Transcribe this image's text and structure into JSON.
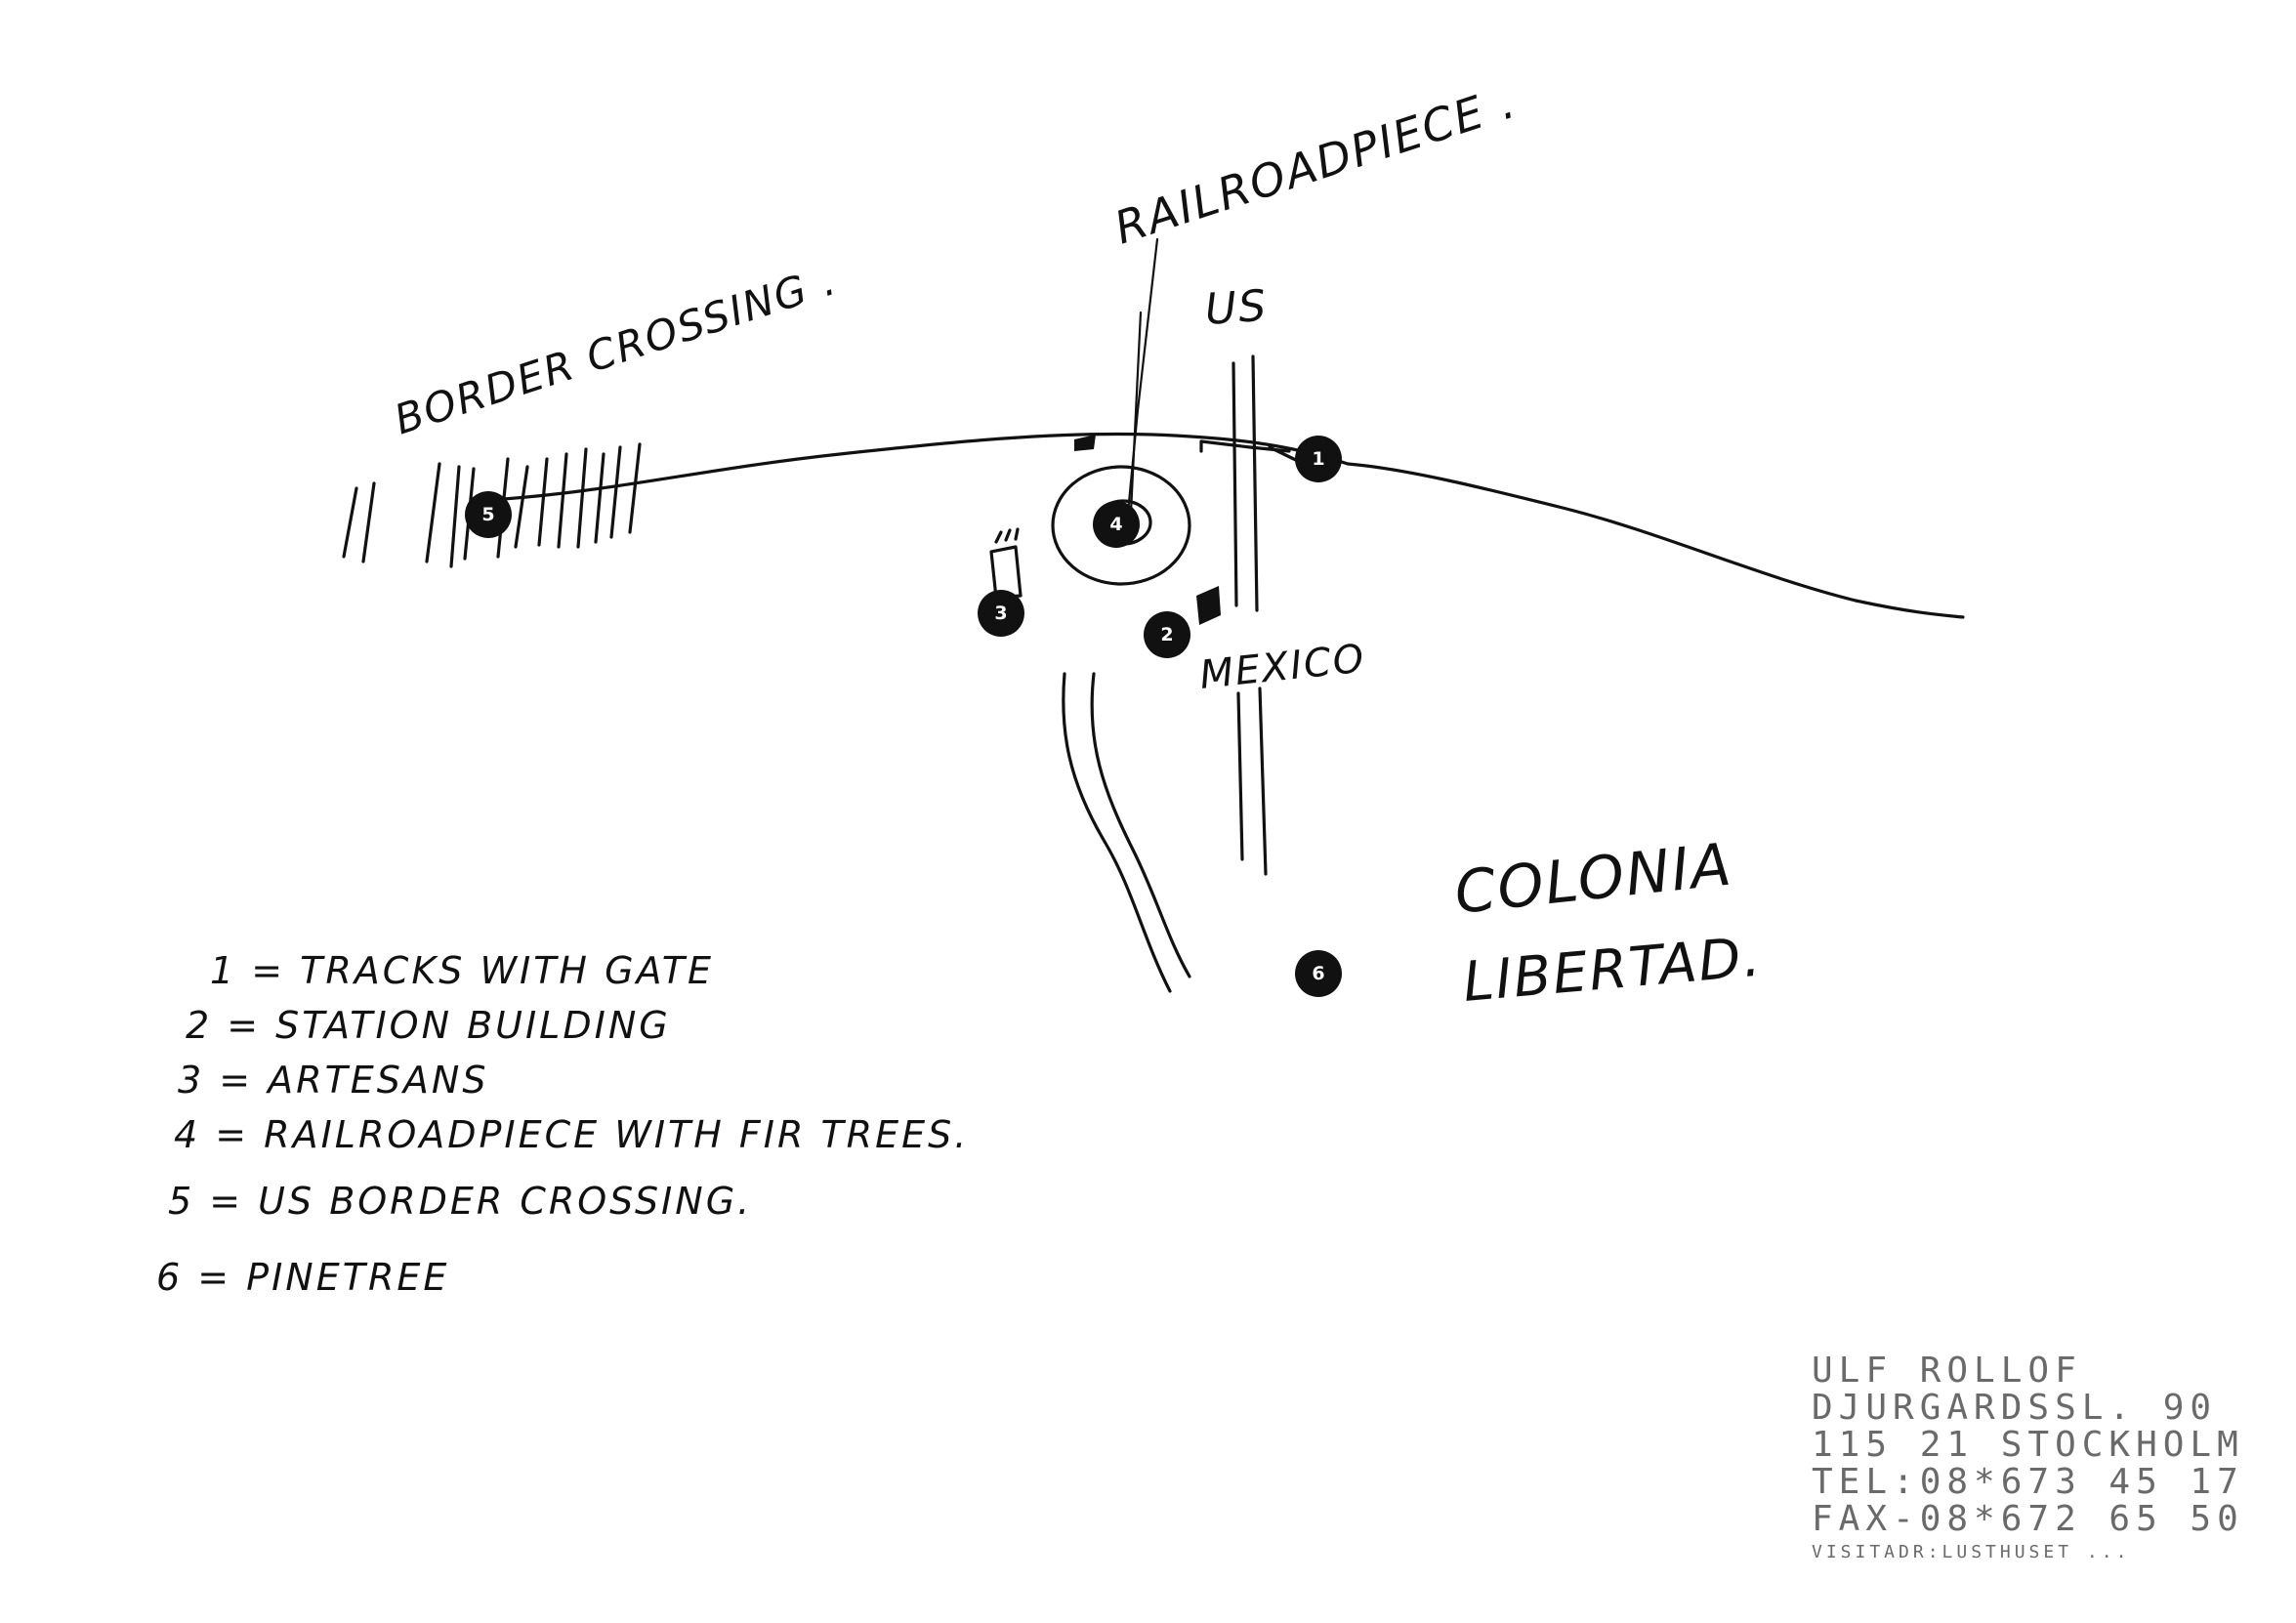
{
  "map": {
    "labels": {
      "railroadpiece": "RAILROADPIECE .",
      "us": "US",
      "border_crossing": "BORDER CROSSING .",
      "mexico": "MEXICO",
      "colonia_line1": "COLONIA",
      "colonia_line2": "LIBERTAD."
    },
    "markers": [
      "1",
      "2",
      "3",
      "4",
      "5",
      "6"
    ]
  },
  "legend": [
    "1 = TRACKS WITH GATE",
    "2 = STATION BUILDING",
    "3 = ARTESANS",
    "4 = RAILROADPIECE WITH FIR TREES.",
    "5 = US BORDER CROSSING.",
    "6 = PINETREE"
  ],
  "stamp": {
    "lines": [
      "ULF ROLLOF",
      "DJURGARDSSL. 90",
      "115 21 STOCKHOLM",
      "TEL:08*673 45 17",
      "FAX-08*672 65 50"
    ],
    "footer": "VISITADR:LUSTHUSET ..."
  }
}
